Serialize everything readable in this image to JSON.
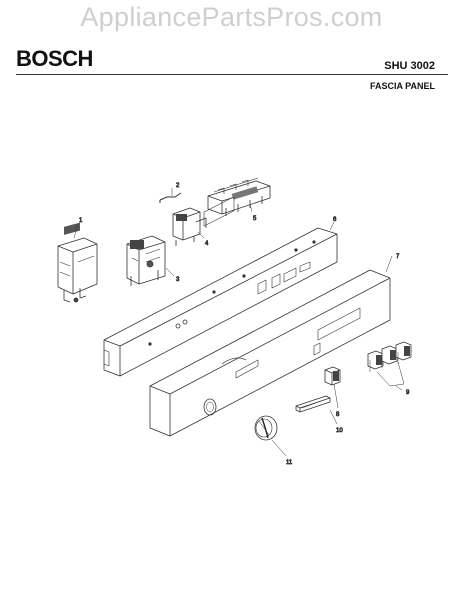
{
  "watermark": "AppliancePartsPros.com",
  "header": {
    "brand": "BOSCH",
    "model": "SHU 3002",
    "section": "FASCIA PANEL"
  },
  "callouts": [
    "1",
    "2",
    "3",
    "4",
    "5",
    "6",
    "7",
    "8",
    "9",
    "10",
    "11"
  ]
}
